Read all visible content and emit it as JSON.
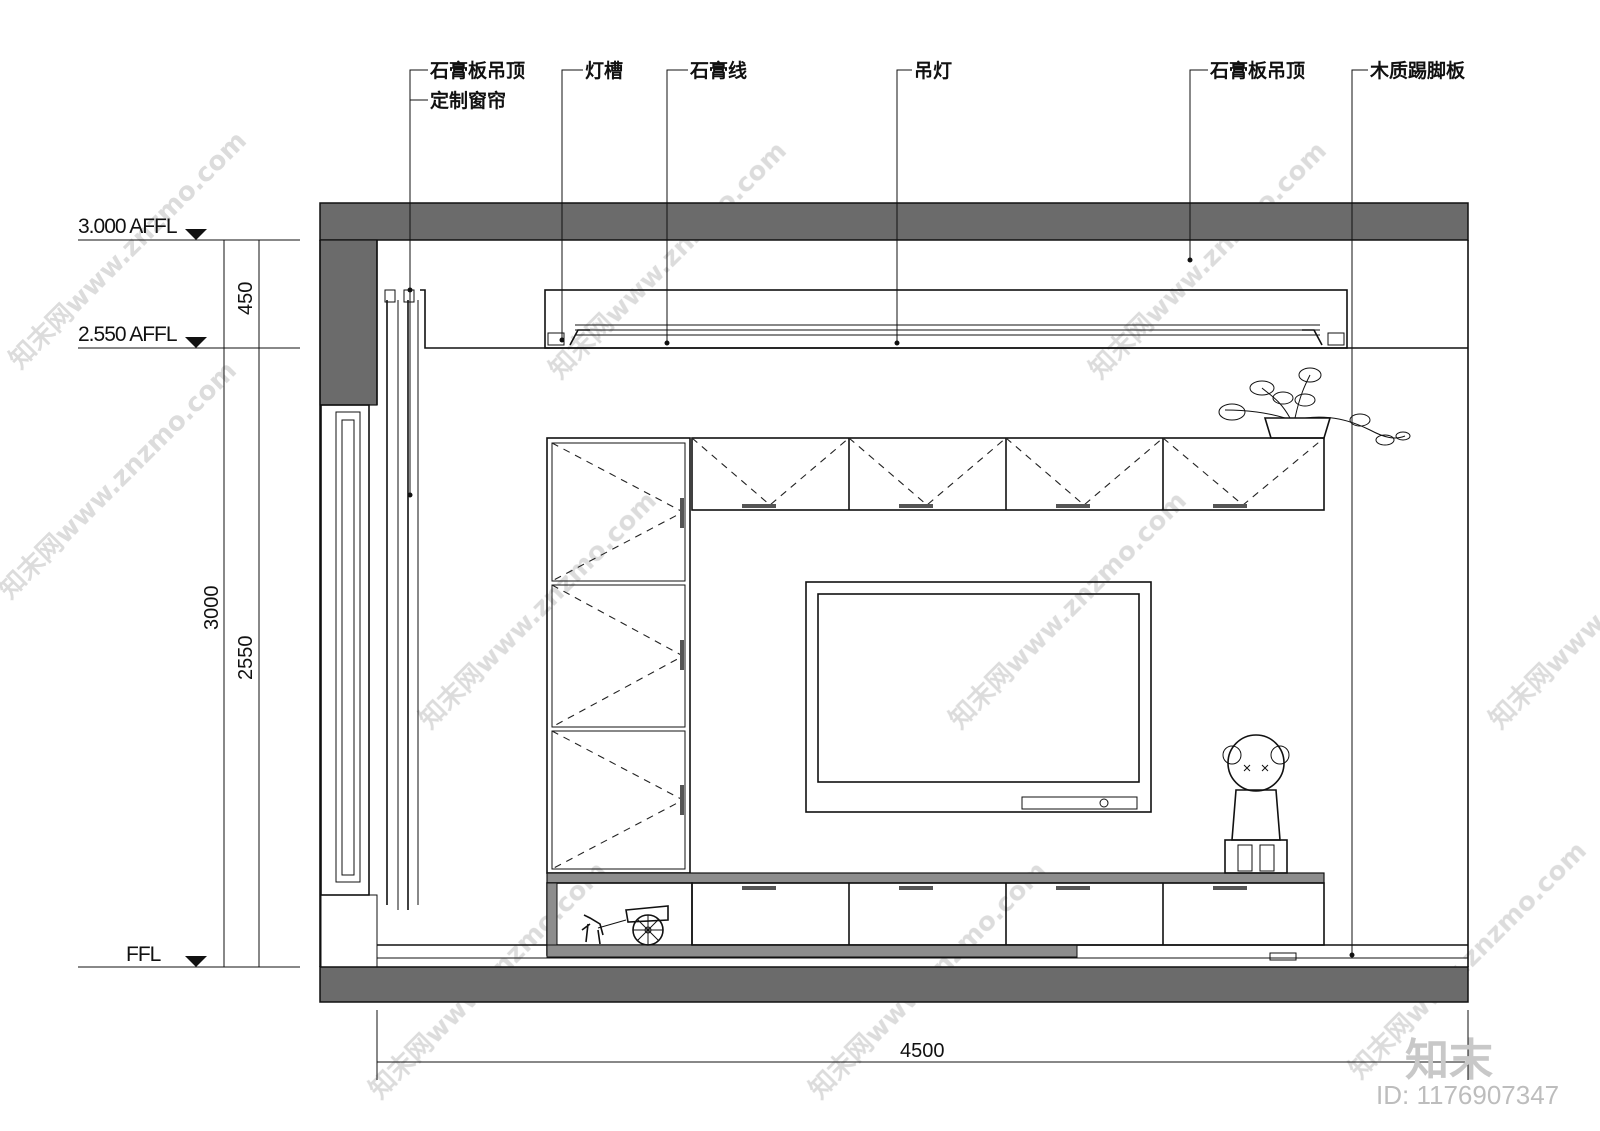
{
  "callouts": {
    "gypsum_ceiling_left": "石膏板吊顶",
    "custom_curtain": "定制窗帘",
    "light_trough": "灯槽",
    "gypsum_line": "石膏线",
    "chandelier": "吊灯",
    "gypsum_ceiling_right": "石膏板吊顶",
    "wood_skirting": "木质踢脚板"
  },
  "elevations": {
    "top": "3.000 AFFL",
    "ceiling": "2.550 AFFL",
    "floor": "FFL"
  },
  "dimensions": {
    "ceiling_drop": "450",
    "total_height": "3000",
    "ceiling_height": "2550",
    "width": "4500"
  },
  "watermark": {
    "text": "知末网www.znzmo.com",
    "brand": "知末",
    "id_label": "ID: 1176907347"
  },
  "colors": {
    "slab": "#6b6b6b",
    "line": "#111111",
    "watermark": "#d9d9d9"
  }
}
